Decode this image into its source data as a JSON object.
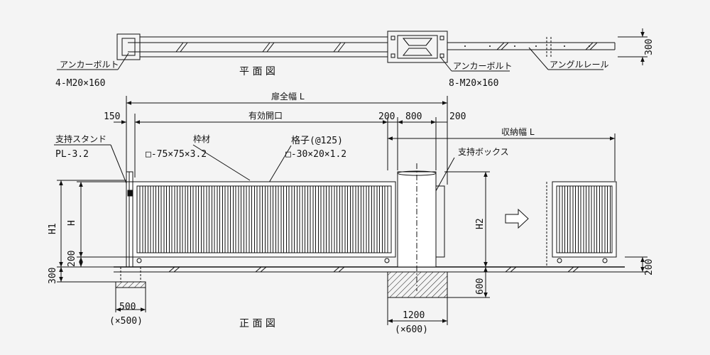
{
  "plan": {
    "title": "平 面 図",
    "anchor_left_label": "アンカーボルト",
    "anchor_left_spec": "4-M20×160",
    "anchor_right_label": "アンカーボルト",
    "anchor_right_spec": "8-M20×160",
    "rail_label": "アングルレール",
    "dim_depth": "300"
  },
  "front": {
    "title": "正 面 図",
    "door_width": "扉全幅 L",
    "dim_150": "150",
    "opening": "有効開口",
    "dim_200a": "200",
    "dim_800": "800",
    "dim_200b": "200",
    "storage_width": "収納幅 L",
    "stand_label": "支持スタンド",
    "stand_spec": "PL-3.2",
    "frame_label": "枠材",
    "frame_spec": "□-75×75×3.2",
    "lattice_label": "格子(@125)",
    "lattice_spec": "□-30×20×1.2",
    "box_label": "支持ボックス",
    "h1": "H1",
    "h": "H",
    "dim_200_bottom": "200",
    "dim_300": "300",
    "h2": "H2",
    "dim_600": "600",
    "dim_200_right": "200",
    "footing_left": "500",
    "footing_left_sub": "(×500)",
    "footing_right": "1200",
    "footing_right_sub": "(×600)"
  }
}
